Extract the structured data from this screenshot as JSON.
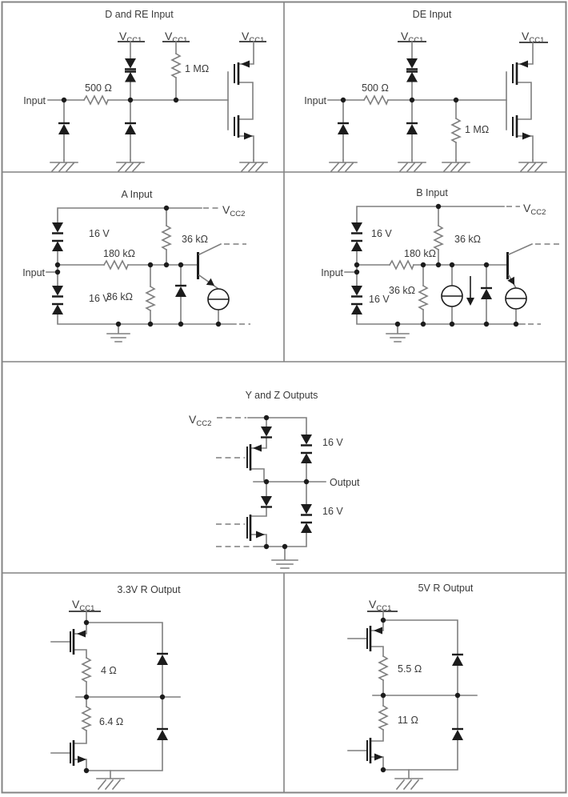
{
  "colors": {
    "wire": "#7f7f7f",
    "symbol": "#1c1c1c",
    "text": "#3a3a3a",
    "border": "#848484"
  },
  "panels": {
    "p1": {
      "title": "D and RE Input",
      "input": "Input",
      "r_series": "500 Ω",
      "r_pullup": "1 MΩ",
      "v": "V",
      "vsub": "CC1"
    },
    "p2": {
      "title": "DE Input",
      "input": "Input",
      "r_series": "500 Ω",
      "r_pulldown": "1 MΩ",
      "v": "V",
      "vsub": "CC1"
    },
    "p3": {
      "title": "A Input",
      "input": "Input",
      "zener_top": "16 V",
      "zener_bottom": "16 V",
      "r_series": "180 kΩ",
      "r_top": "36 kΩ",
      "r_bottom": "36 kΩ",
      "v": "V",
      "vsub": "CC2"
    },
    "p4": {
      "title": "B Input",
      "input": "Input",
      "zener_top": "16 V",
      "zener_bottom": "16 V",
      "r_series": "180 kΩ",
      "r_top": "36 kΩ",
      "r_bottom": "36 kΩ",
      "v": "V",
      "vsub": "CC2"
    },
    "p5": {
      "title": "Y and Z Outputs",
      "output": "Output",
      "zener_top": "16 V",
      "zener_bottom": "16 V",
      "v": "V",
      "vsub": "CC2"
    },
    "p6": {
      "title": "3.3V R Output",
      "r_top": "4 Ω",
      "r_bottom": "6.4 Ω",
      "v": "V",
      "vsub": "CC1"
    },
    "p7": {
      "title": "5V R Output",
      "r_top": "5.5 Ω",
      "r_bottom": "11 Ω",
      "v": "V",
      "vsub": "CC1"
    }
  }
}
